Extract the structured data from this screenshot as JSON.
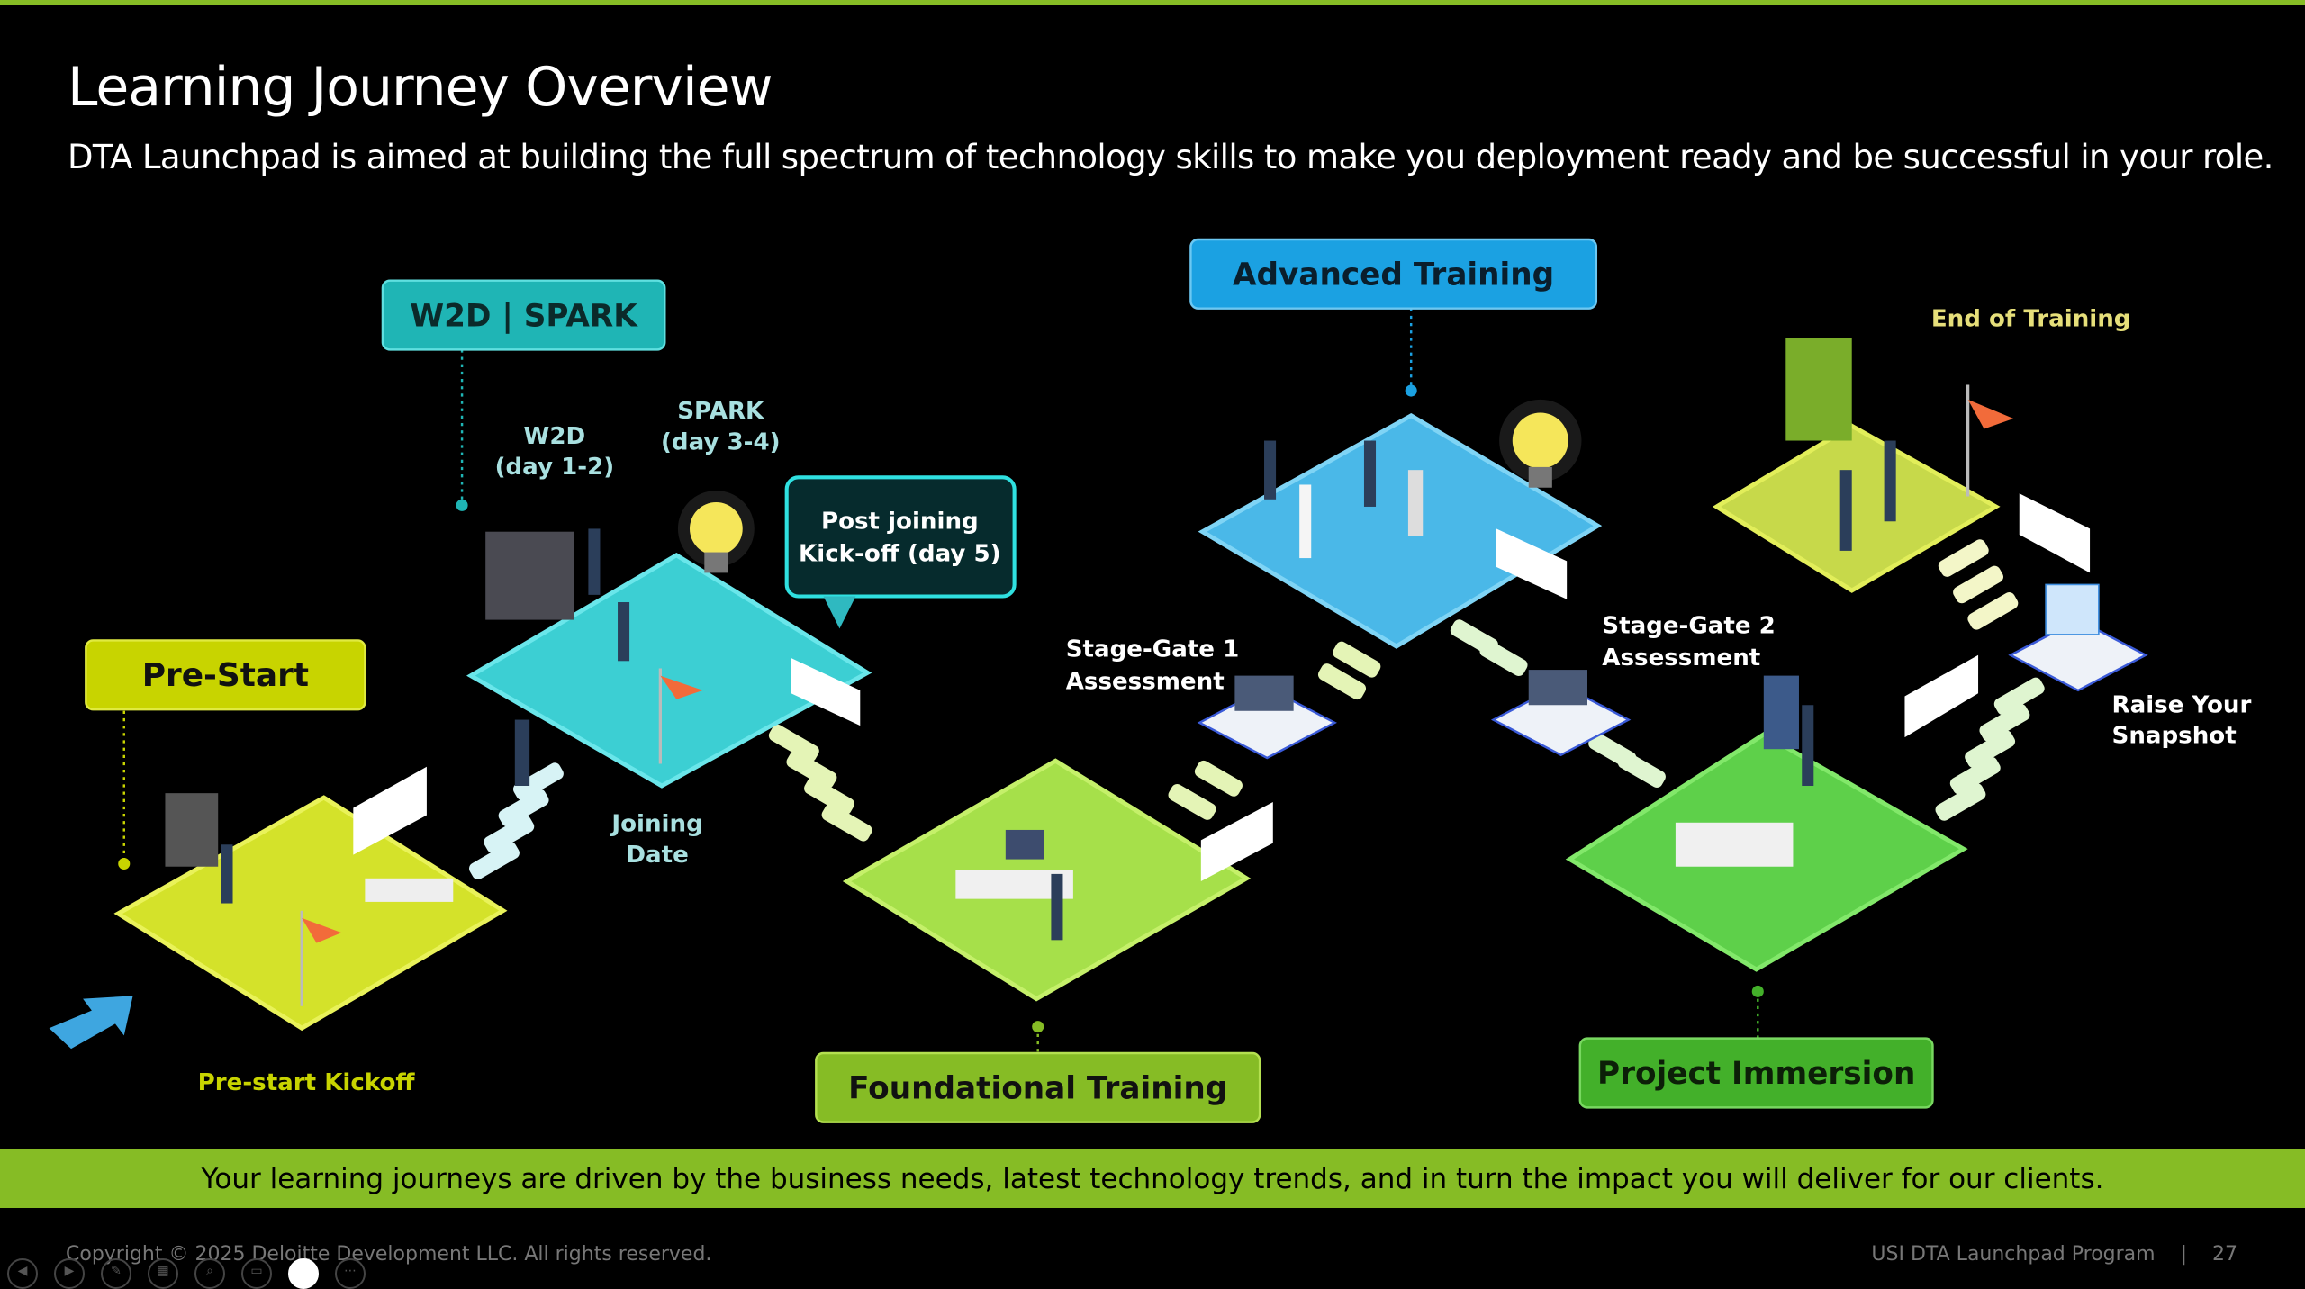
{
  "header": {
    "title": "Learning Journey Overview",
    "subtitle": "DTA Launchpad is aimed at building the full spectrum of technology skills to make you deployment ready and be successful in your role."
  },
  "stages": {
    "pre_start": "Pre-Start",
    "w2d_spark": "W2D | SPARK",
    "advanced": "Advanced Training",
    "foundational": "Foundational Training",
    "project": "Project Immersion"
  },
  "labels": {
    "w2d": [
      "W2D",
      "(day 1-2)"
    ],
    "spark": [
      "SPARK",
      "(day 3-4)"
    ],
    "post_joining": [
      "Post joining",
      "Kick-off (day 5)"
    ],
    "joining_date": [
      "Joining",
      "Date"
    ],
    "pre_start_kickoff": "Pre-start Kickoff",
    "stage_gate_1": [
      "Stage-Gate 1",
      "Assessment"
    ],
    "stage_gate_2": [
      "Stage-Gate 2",
      "Assessment"
    ],
    "end_of_training": "End of Training",
    "raise_snapshot": [
      "Raise Your",
      "Snapshot"
    ]
  },
  "banner": "Your learning journeys are driven by the business needs, latest technology trends, and in turn the impact you will deliver for our clients.",
  "footer": {
    "copyright": "Copyright © 2025 Deloitte Development LLC. All rights reserved.",
    "program": "USI DTA Launchpad Program",
    "separator": "|",
    "page": "27"
  },
  "colors": {
    "green": "#86bc25",
    "pre_start": "#c8d400",
    "teal": "#1fb5b5",
    "blue": "#1ba1e2",
    "project": "#43b02a"
  }
}
